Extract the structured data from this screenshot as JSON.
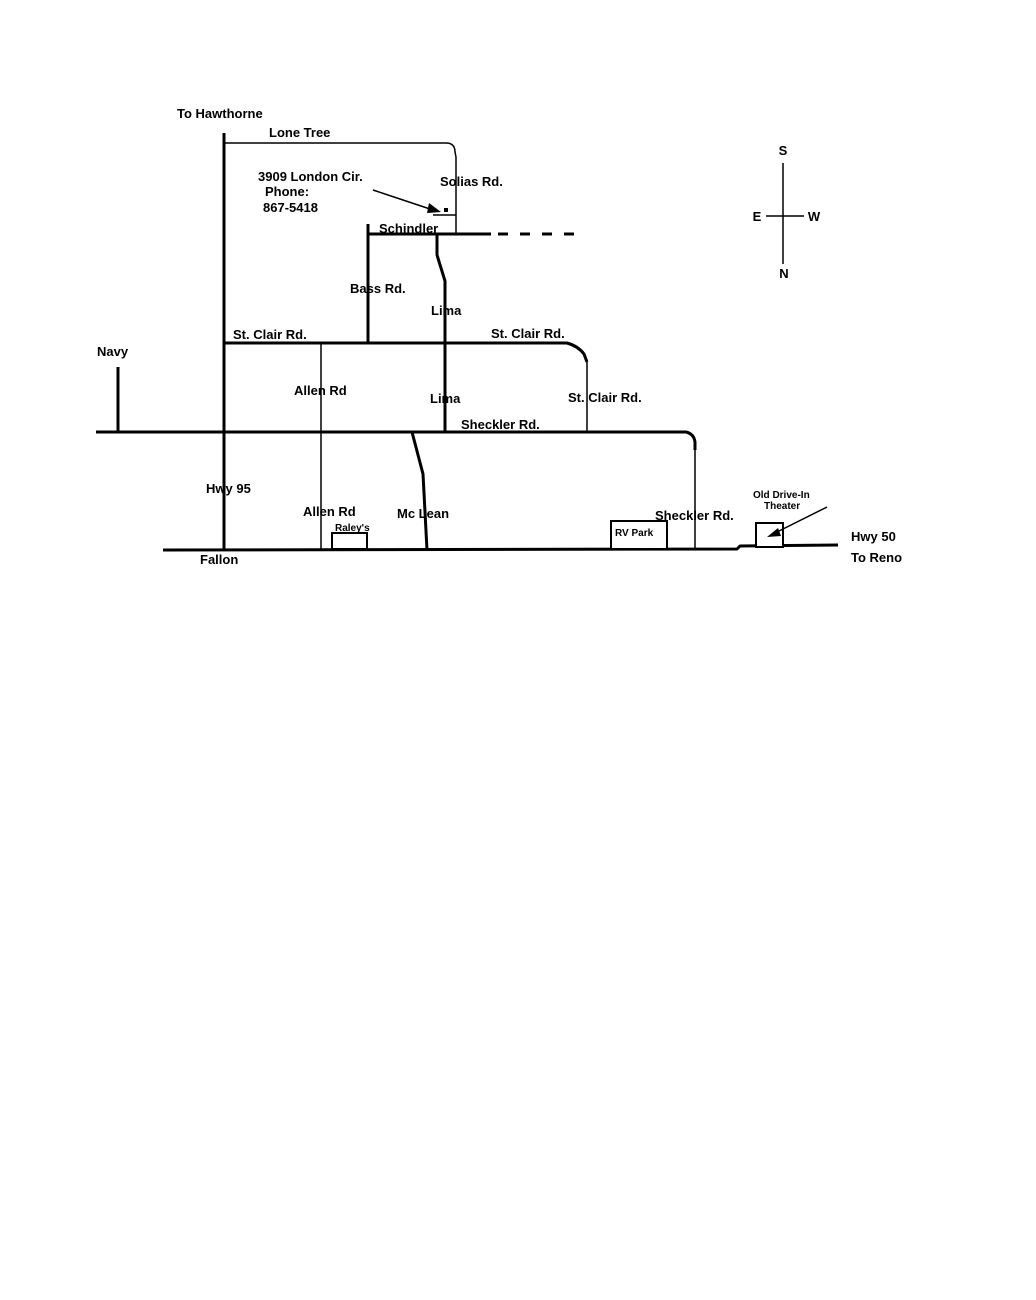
{
  "labels": {
    "to_hawthorne": "To Hawthorne",
    "lone_tree": "Lone Tree",
    "address": "3909 London Cir.",
    "phone_label": "Phone:",
    "phone_number": "867-5418",
    "solias": "Solias Rd.",
    "schindler": "Schindler",
    "bass": "Bass Rd.",
    "lima_upper": "Lima",
    "lima_lower": "Lima",
    "st_clair_left": "St. Clair Rd.",
    "st_clair_right": "St. Clair Rd.",
    "st_clair_vertical": "St. Clair Rd.",
    "navy": "Navy",
    "allen_upper": "Allen Rd",
    "allen_lower": "Allen Rd",
    "sheckler_horizontal": "Sheckler Rd.",
    "sheckler_vertical": "Sheckler Rd.",
    "hwy95": "Hwy 95",
    "mclean": "Mc Lean",
    "raleys": "Raley's",
    "rv_park": "RV Park",
    "old_drive_in_1": "Old Drive-In",
    "old_drive_in_2": "Theater",
    "hwy50": "Hwy 50",
    "to_reno": "To Reno",
    "fallon": "Fallon"
  },
  "compass": {
    "top": "S",
    "left": "E",
    "right": "W",
    "bottom": "N"
  },
  "colors": {
    "ink": "#000000",
    "paper": "#ffffff"
  }
}
